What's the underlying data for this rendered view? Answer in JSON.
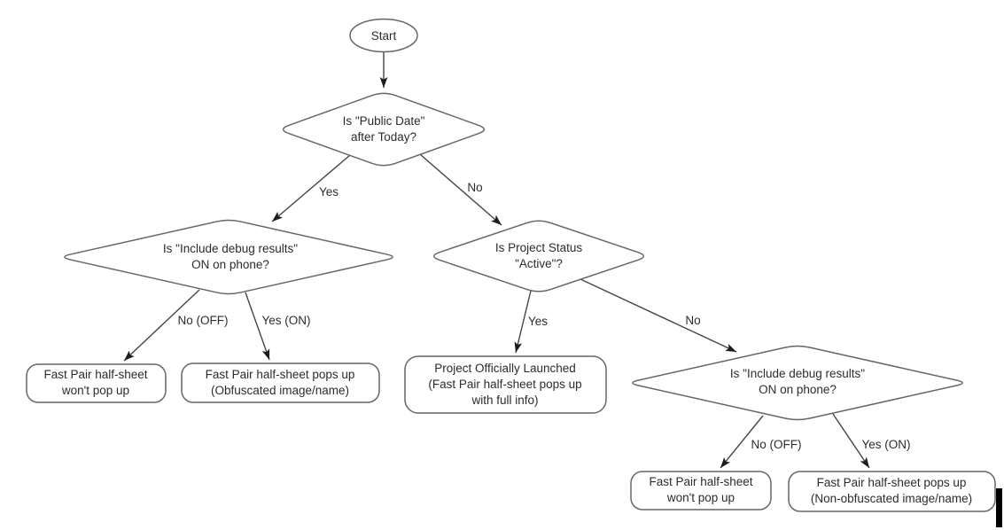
{
  "diagram": {
    "description": "Fast Pair half-sheet decision flowchart",
    "colors": {
      "background": "#ffffff",
      "shape_stroke": "#666666",
      "shape_fill": "#ffffff",
      "arrow_line": "#454545",
      "arrow_head": "#1c1c1c",
      "text": "#2c2c2c",
      "cursor_bar": "#000000"
    },
    "nodes": {
      "start": {
        "shape": "terminator",
        "label": "Start"
      },
      "decision_public_date": {
        "shape": "decision",
        "lines": [
          "Is \"Public Date\"",
          "after Today?"
        ]
      },
      "decision_debug_left": {
        "shape": "decision",
        "lines": [
          "Is \"Include debug results\"",
          "ON on phone?"
        ]
      },
      "decision_project_status": {
        "shape": "decision",
        "lines": [
          "Is Project Status",
          "\"Active\"?"
        ]
      },
      "decision_debug_right": {
        "shape": "decision",
        "lines": [
          "Is \"Include debug results\"",
          "ON on phone?"
        ]
      },
      "result_no_popup_left": {
        "shape": "rounded-box",
        "lines": [
          "Fast Pair half-sheet",
          "won't pop up"
        ]
      },
      "result_obfuscated": {
        "shape": "rounded-box",
        "lines": [
          "Fast Pair half-sheet pops up",
          "(Obfuscated image/name)"
        ]
      },
      "result_launched": {
        "shape": "rounded-box",
        "lines": [
          "Project Officially Launched",
          "(Fast Pair half-sheet pops up",
          "with full info)"
        ]
      },
      "result_no_popup_right": {
        "shape": "rounded-box",
        "lines": [
          "Fast Pair half-sheet",
          "won't pop up"
        ]
      },
      "result_non_obfuscated": {
        "shape": "rounded-box",
        "lines": [
          "Fast Pair half-sheet pops up",
          "(Non-obfuscated image/name)"
        ]
      }
    },
    "edges": {
      "public_date_yes": "Yes",
      "public_date_no": "No",
      "debug_left_no": "No (OFF)",
      "debug_left_yes": "Yes (ON)",
      "project_status_yes": "Yes",
      "project_status_no": "No",
      "debug_right_no": "No (OFF)",
      "debug_right_yes": "Yes (ON)"
    }
  }
}
